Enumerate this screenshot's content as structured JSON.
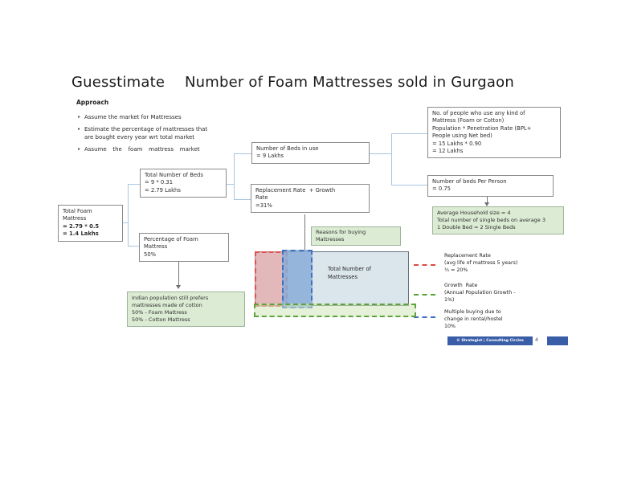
{
  "title": {
    "left": "Guesstimate",
    "right": "Number of Foam Mattresses sold in Gurgaon"
  },
  "approach": {
    "heading": "Approach",
    "bullets": [
      [
        "Assume the market for Mattresses"
      ],
      [
        "Estimate the percentage of mattresses that",
        "are bought every year wrt total market"
      ],
      [
        "Assume the foam mattress market"
      ]
    ]
  },
  "boxes": {
    "beds_in_use": [
      "Number of Beds in use",
      "= 9 Lakhs"
    ],
    "replacement_growth": [
      "Replacement Rate  + Growth",
      "Rate",
      "=31%"
    ],
    "total_beds": [
      "Total Number of Beds",
      "= 9 * 0.31",
      "= 2.79 Lakhs"
    ],
    "total_foam": [
      "Total Foam",
      "Mattress",
      "= 2.79 * 0.5",
      "= 1.4 Lakhs"
    ],
    "pct_foam": [
      "Percentage of Foam",
      "Mattress",
      "50%"
    ],
    "people_any_mattress": [
      "No. of people who use any kind of",
      "Mattress (Foam or Cotton)",
      "Population * Penetration Rate (BPL+",
      "People using Net bed)",
      "= 15 Lakhs * 0.90",
      "= 12 Lakhs"
    ],
    "beds_per_person": [
      "Number of beds Per Person",
      "= 0.75"
    ]
  },
  "green_boxes": {
    "household": [
      "Average Household size = 4",
      "Total number of single beds on average 3",
      "1 Double Bed = 2 Single Beds"
    ],
    "reasons": [
      "Reasons for buying",
      "Mattresses"
    ],
    "cotton_pref": [
      "Indian population still prefers",
      "mattresses made of cotton",
      "50% - Foam Mattress",
      "50% - Cotton Mattress"
    ]
  },
  "venn": {
    "label": [
      "Total Number of",
      "Mattresses"
    ]
  },
  "legend": [
    {
      "color": "#dd4a42",
      "lines": [
        "Replacement Rate",
        "(avg life of mattress 5 years)",
        "⅕ = 20%"
      ]
    },
    {
      "color": "#55a339",
      "lines": [
        "Growth  Rate",
        "(Annual Population Growth -",
        "1%)"
      ]
    },
    {
      "color": "#3d6fc0",
      "lines": [
        "Multiple buying due to",
        "change in rental/hostel",
        "10%"
      ]
    }
  ],
  "footer": {
    "brand": "© Strategist | Consulting Circles",
    "page": "4"
  },
  "colors": {
    "connector": "#a9c6e1",
    "box_border": "#8a8a8a",
    "green_fill": "#dcebd3",
    "venn_fill": "#dbe6ec",
    "red_dash": "#dd5454",
    "blue_dash": "#4170bf",
    "green_dash": "#5ea23c",
    "footer_blue": "#3a5da8"
  }
}
